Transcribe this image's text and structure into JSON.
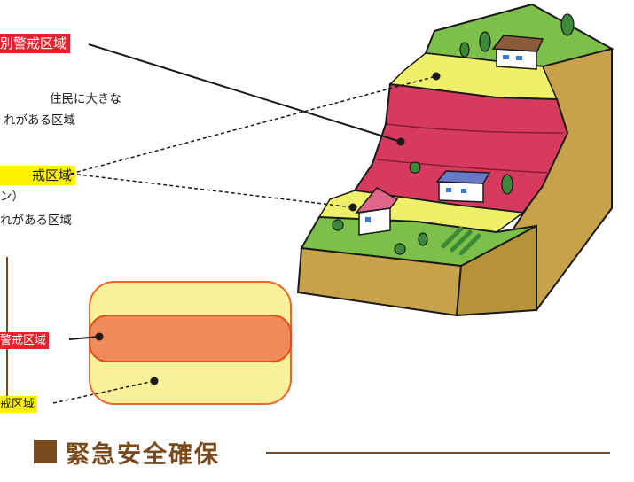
{
  "illustration": {
    "special_zone_label": "別警戒区域",
    "special_zone_desc_line1": "住民に大きな",
    "special_zone_desc_line2": "れがある区域",
    "warning_zone_label": "戒区域",
    "warning_zone_desc_line1": "ン）",
    "warning_zone_desc_line2": "れがある区域"
  },
  "diagram": {
    "special_zone_label": "警戒区域",
    "warning_zone_label": "戒区域"
  },
  "section": {
    "heading": "緊急安全確保"
  },
  "colors": {
    "red_zone": "#e8202a",
    "yellow_zone": "#fff200",
    "accent_brown": "#7a4a1f",
    "diagram_outer": "#f8f09a",
    "diagram_band": "#ef8a5a"
  }
}
